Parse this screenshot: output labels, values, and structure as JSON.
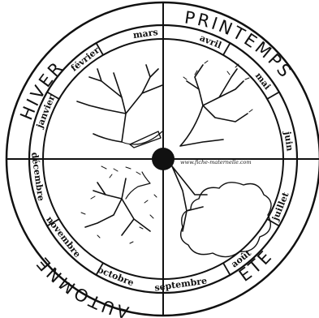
{
  "seasons": {
    "winter": "HIVER",
    "spring": "PRINTEMPS",
    "summer": "ETE",
    "autumn": "AUTOMNE"
  },
  "months": {
    "jan": "janvier",
    "feb": "février",
    "mar": "mars",
    "apr": "avril",
    "may": "mai",
    "jun": "juin",
    "jul": "juillet",
    "aug": "août",
    "sep": "septembre",
    "oct": "octobre",
    "nov": "novembre",
    "dec": "décembre"
  },
  "credit": "www.fiche-maternelle.com",
  "colors": {
    "ink": "#111111",
    "paper": "#ffffff"
  },
  "icons": {
    "winter": "bare-tree-snowy-ground-icon",
    "spring": "budding-tree-icon",
    "summer": "leafy-tree-icon",
    "autumn": "falling-leaves-tree-icon"
  }
}
